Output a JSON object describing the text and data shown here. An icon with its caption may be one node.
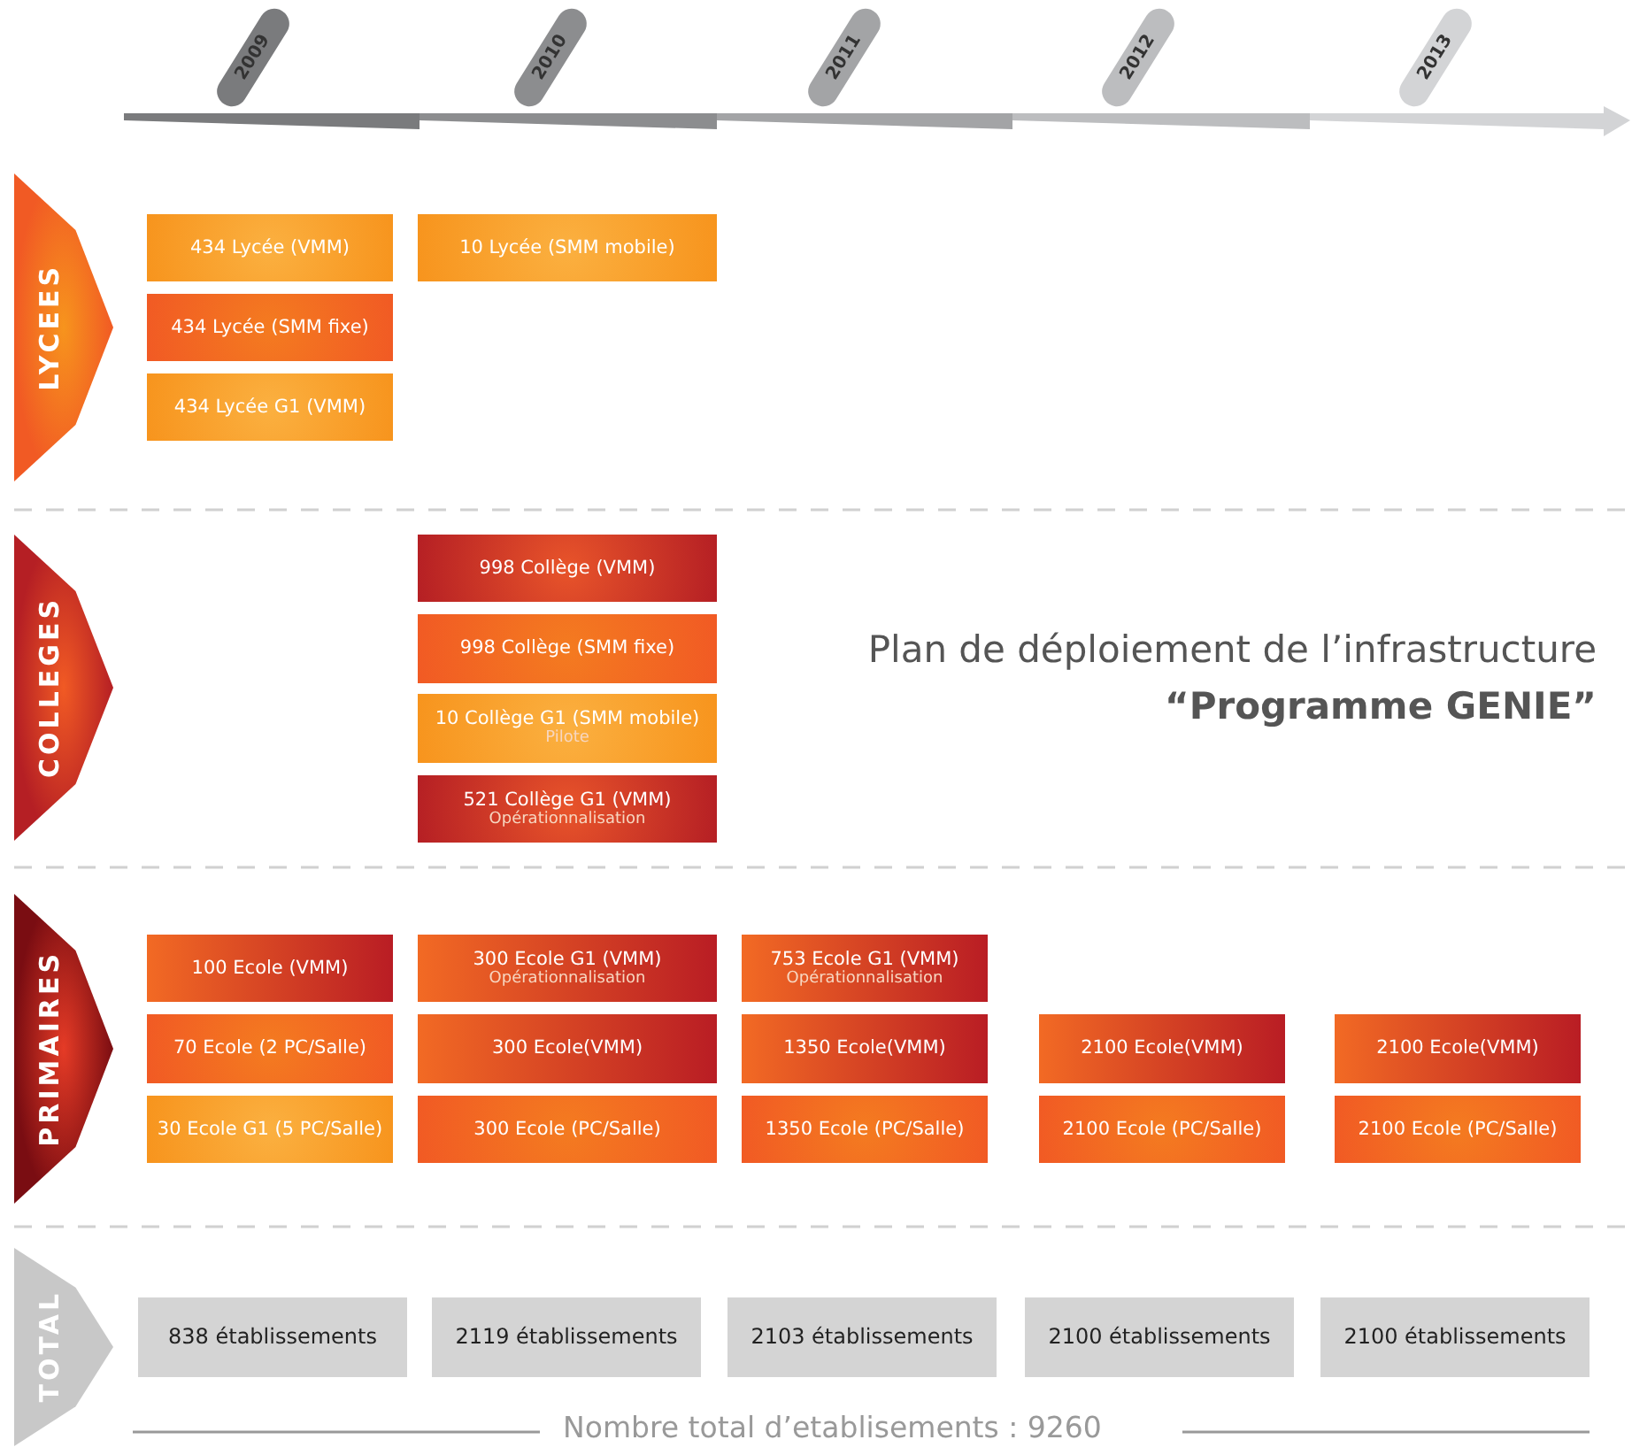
{
  "diagram": {
    "title": "Plan de déploiement de l’infrastructure **“Programme GENIE”**",
    "caption": "Nombre total d’etablisements : 9260",
    "nodes": [
      {
        "text": [
          "2009"
        ]
      },
      {
        "text": [
          "2010"
        ]
      },
      {
        "text": [
          "2011"
        ]
      },
      {
        "text": [
          "2012"
        ]
      },
      {
        "text": [
          "2013"
        ]
      },
      {
        "text": [
          "LYCEES"
        ]
      },
      {
        "text": [
          "434 Lycée (VMM)"
        ]
      },
      {
        "text": [
          "10 Lycée (SMM mobile)"
        ]
      },
      {
        "text": [
          "434 Lycée (SMM fixe)"
        ]
      },
      {
        "text": [
          "434 Lycée G1 (VMM)"
        ]
      },
      {
        "text": [
          "COLLEGES"
        ]
      },
      {
        "text": [
          "998 Collège (VMM)"
        ]
      },
      {
        "text": [
          "998 Collège (SMM fixe)"
        ]
      },
      {
        "text": [
          "10 Collège G1 (SMM mobile)",
          "Pilote"
        ]
      },
      {
        "text": [
          "521 Collège G1 (VMM)",
          "Opérationnalisation"
        ]
      },
      {
        "text": [
          "PRIMAIRES"
        ]
      },
      {
        "text": [
          "100 Ecole (VMM)"
        ]
      },
      {
        "text": [
          "300 Ecole G1 (VMM)",
          "Opérationnalisation"
        ]
      },
      {
        "text": [
          "753 Ecole G1 (VMM)",
          "Opérationnalisation"
        ]
      },
      {
        "text": [
          "70 Ecole (2 PC/Salle)"
        ]
      },
      {
        "text": [
          "300 Ecole(VMM)"
        ]
      },
      {
        "text": [
          "1350 Ecole(VMM)"
        ]
      },
      {
        "text": [
          "2100 Ecole(VMM)"
        ]
      },
      {
        "text": [
          "2100 Ecole(VMM)"
        ]
      },
      {
        "text": [
          "30 Ecole G1 (5 PC/Salle)"
        ]
      },
      {
        "text": [
          "300 Ecole (PC/Salle)"
        ]
      },
      {
        "text": [
          "1350 Ecole (PC/Salle)"
        ]
      },
      {
        "text": [
          "2100 Ecole (PC/Salle)"
        ]
      },
      {
        "text": [
          "2100 Ecole (PC/Salle)"
        ]
      },
      {
        "text": [
          "TOTAL"
        ]
      },
      {
        "text": [
          "838 établissements"
        ]
      },
      {
        "text": [
          "2119 établissements"
        ]
      },
      {
        "text": [
          "2103 établissements"
        ]
      },
      {
        "text": [
          "2100 établissements"
        ]
      },
      {
        "text": [
          "2100 établissements"
        ]
      }
    ],
    "edges": []
  }
}
